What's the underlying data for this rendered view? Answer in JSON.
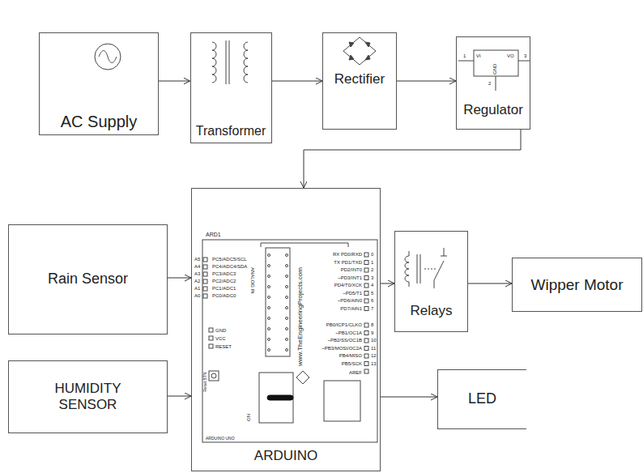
{
  "diagram": {
    "nodes": [
      {
        "text": [
          "AC Supply"
        ]
      },
      {
        "text": [
          "Transformer"
        ]
      },
      {
        "text": [
          "Rectifier"
        ]
      },
      {
        "text": [
          "Regulator"
        ]
      },
      {
        "text": [
          "Rain Sensor"
        ]
      },
      {
        "text": [
          "HUMIDITY SENSOR"
        ]
      },
      {
        "text": [
          "ARDUINO"
        ]
      },
      {
        "text": [
          "Relays"
        ]
      },
      {
        "text": [
          "Wipper Motor"
        ]
      },
      {
        "text": [
          "LED"
        ]
      }
    ],
    "edges": [
      {
        "from": 0,
        "to": 1,
        "arrow": "to"
      },
      {
        "from": 1,
        "to": 2,
        "arrow": "to"
      },
      {
        "from": 2,
        "to": 3,
        "arrow": "to"
      },
      {
        "from": 3,
        "to": 6,
        "arrow": "to"
      },
      {
        "from": 4,
        "to": 6,
        "arrow": "to"
      },
      {
        "from": 5,
        "to": 6,
        "arrow": "to"
      },
      {
        "from": 6,
        "to": 7,
        "arrow": "to"
      },
      {
        "from": 7,
        "to": 8,
        "arrow": "to"
      },
      {
        "from": 6,
        "to": 9,
        "arrow": "to"
      }
    ],
    "labels": [
      "ARD1",
      "A5",
      "A4",
      "A3",
      "A2",
      "A1",
      "A0",
      "PC5/ADC5/SCL",
      "PC4/ADC4/SDA",
      "PC3/ADC3",
      "PC2/ADC2",
      "PC1/ADC1",
      "PC0/ADC0",
      "ANALOG IN",
      "GND",
      "VCC",
      "RESET",
      "RX PD0/RXD",
      "TX PD1/TXD",
      "PD2/INT0",
      "~PD3/INT1",
      "PD4/T0/XCK",
      "~PD5/T1",
      "~PD6/AIN0",
      "PD7/AIN1",
      "0",
      "1",
      "2",
      "3",
      "4",
      "5",
      "6",
      "7",
      "PB0/ICP1/CLKO",
      "~PB1/OC1A",
      "~PB2/SS/OC1B",
      "~PB3/MOSI/OC2A",
      "PB4/MISO",
      "PB5/SCK",
      "8",
      "9",
      "10",
      "11",
      "12",
      "13",
      "AREF",
      "www.TheEngineeringProjects.com",
      "Reset BTN",
      "ON",
      "ARDUINO UNO",
      "1",
      "VI",
      "VO",
      "3",
      "GND",
      "2"
    ]
  }
}
